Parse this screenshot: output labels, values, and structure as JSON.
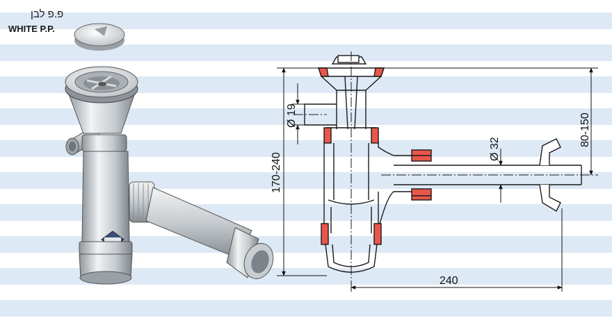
{
  "labels": {
    "material_hebrew": "פ.פ לבן",
    "material_english": "WHITE P.P."
  },
  "dimensions": {
    "outlet_diameter": "Ø 19",
    "total_height": "170-240",
    "pipe_diameter": "Ø 32",
    "outlet_height": "80-150",
    "horizontal_length": "240"
  },
  "colors": {
    "stripe": "#dde9f5",
    "line": "#1a1a1a",
    "plastic": "#c9ced2",
    "section": "#e9574a"
  }
}
